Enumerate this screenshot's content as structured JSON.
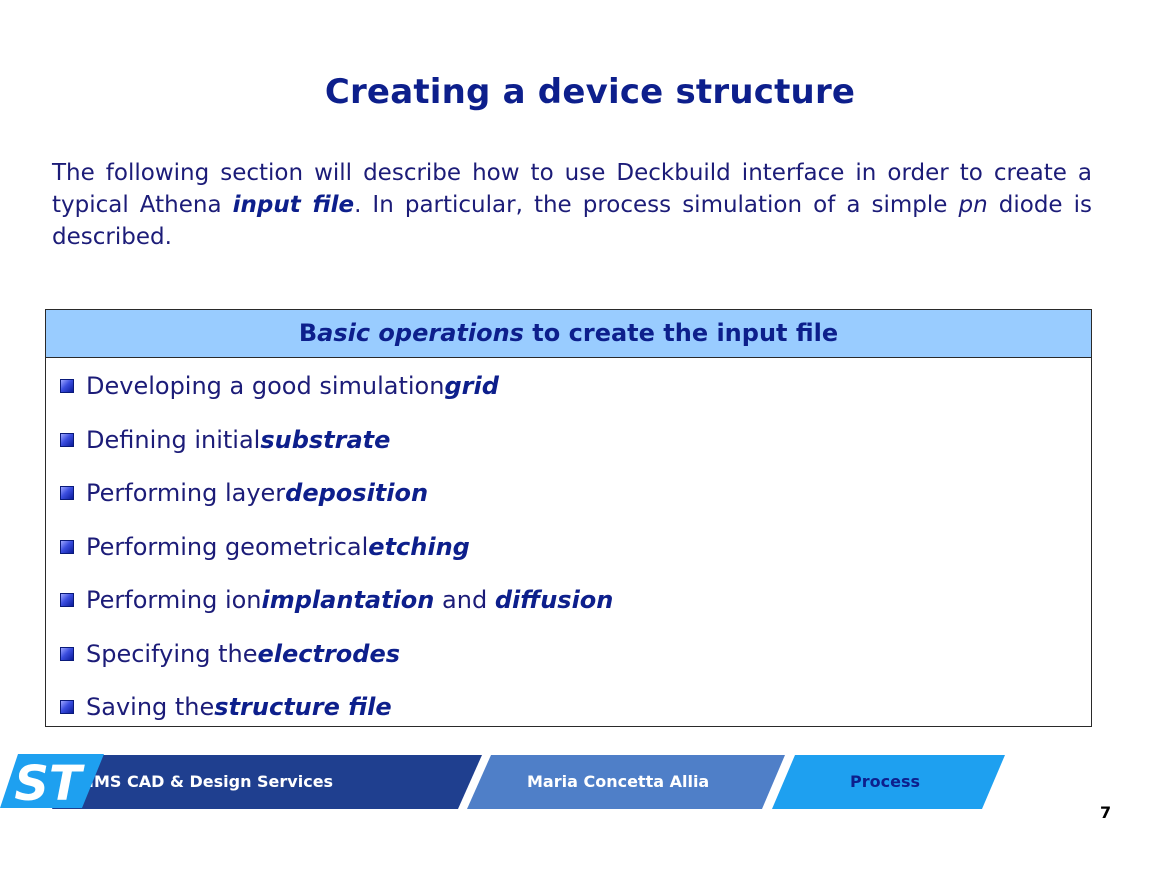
{
  "slide": {
    "title": "Creating a device structure",
    "intro": {
      "part1": "The following section will describe how to use Deckbuild interface in order to create a typical Athena ",
      "emph1": "input file",
      "part2": ". In particular, the process simulation of a simple ",
      "emph2": "pn",
      "part3": " diode is described."
    }
  },
  "operations": {
    "header": {
      "prefix": "B",
      "emph": "asic operations",
      "suffix": " to create the input file"
    },
    "items": [
      {
        "text": "Developing a good simulation ",
        "keyword": "grid",
        "text2": "",
        "keyword2": ""
      },
      {
        "text": "Defining initial ",
        "keyword": "substrate",
        "text2": "",
        "keyword2": ""
      },
      {
        "text": "Performing layer ",
        "keyword": "deposition",
        "text2": "",
        "keyword2": ""
      },
      {
        "text": "Performing geometrical ",
        "keyword": "etching",
        "text2": "",
        "keyword2": ""
      },
      {
        "text": "Performing ion ",
        "keyword": "implantation",
        "text2": " and ",
        "keyword2": "diffusion"
      },
      {
        "text": "Specifying the ",
        "keyword": "electrodes",
        "text2": "",
        "keyword2": ""
      },
      {
        "text": "Saving the ",
        "keyword": "structure file",
        "text2": "",
        "keyword2": ""
      }
    ]
  },
  "footer": {
    "company": "IMS CAD & Design Services",
    "author": "Maria Concetta Allia",
    "section": "Process",
    "logo_icon": "st-logo-icon",
    "logo_text": "ST",
    "page_number": "7",
    "colors": {
      "band_dark": "#1f3f8f",
      "band_mid": "#4f7fc8",
      "band_light": "#1ea0f0"
    }
  }
}
